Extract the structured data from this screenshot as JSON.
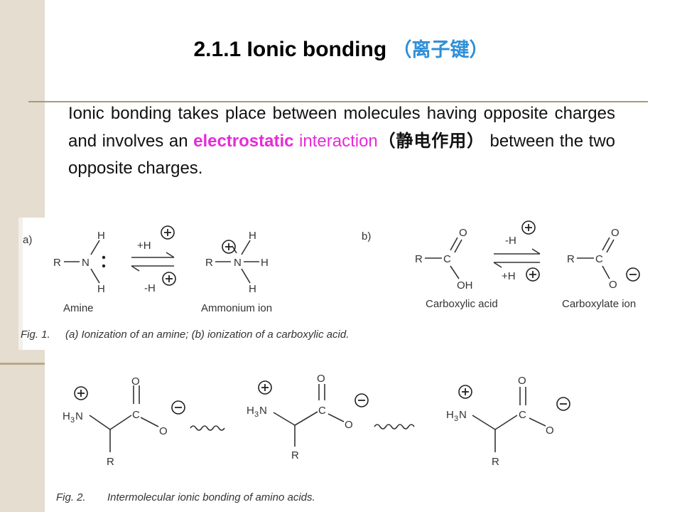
{
  "title": {
    "number_text": "2.1.1 Ionic bonding",
    "chinese": "（离子键）"
  },
  "paragraph": {
    "part1": "Ionic bonding takes place between molecules having opposite charges and involves an ",
    "electrostatic": "electrostatic",
    "interaction": "interaction",
    "chinese": "（静电作用）",
    "part2": " between the two opposite charges."
  },
  "figure1": {
    "label_a": "a)",
    "label_b": "b)",
    "amine_label": "Amine",
    "ammonium_label": "Ammonium ion",
    "carboxylic_label": "Carboxylic acid",
    "carboxylate_label": "Carboxylate ion",
    "arrow_a_top": "+H",
    "arrow_a_bottom": "-H",
    "arrow_b_top": "-H",
    "arrow_b_bottom": "+H",
    "caption_prefix": "Fig. 1.",
    "caption": "(a) Ionization of an amine; (b) ionization of a carboxylic acid."
  },
  "figure2": {
    "caption_prefix": "Fig. 2.",
    "caption": "Intermolecular ionic bonding of amino acids."
  },
  "atoms": {
    "R": "R",
    "N": "N",
    "H": "H",
    "C": "C",
    "O": "O",
    "OH": "OH",
    "H3N_H": "H",
    "H3N_sub": "3",
    "H3N_N": "N",
    "plus": "+",
    "minus": "−"
  }
}
